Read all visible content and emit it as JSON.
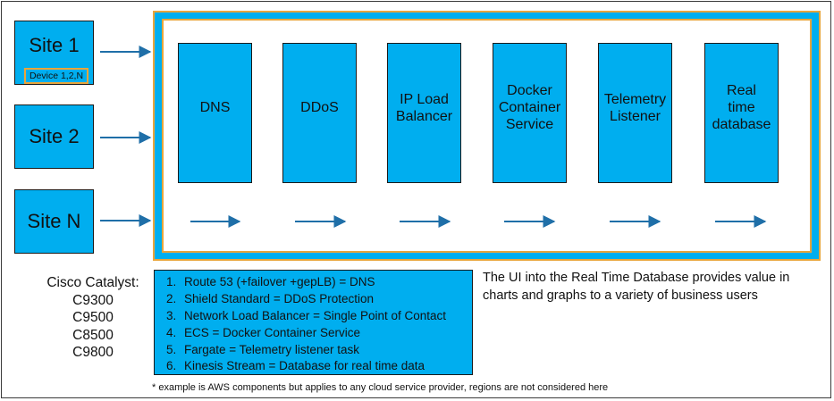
{
  "sites": [
    {
      "label": "Site 1",
      "device": "Device 1,2,N"
    },
    {
      "label": "Site 2"
    },
    {
      "label": "Site N"
    }
  ],
  "services": [
    {
      "lines": [
        "DNS"
      ]
    },
    {
      "lines": [
        "DDoS"
      ]
    },
    {
      "lines": [
        "IP Load",
        "Balancer"
      ]
    },
    {
      "lines": [
        "Docker",
        "Container",
        "Service"
      ]
    },
    {
      "lines": [
        "Telemetry",
        "Listener"
      ]
    },
    {
      "lines": [
        "Real time",
        "database"
      ]
    }
  ],
  "catalyst": {
    "title": "Cisco Catalyst:",
    "models": [
      "C9300",
      "C9500",
      "C8500",
      "C9800"
    ]
  },
  "legend": [
    {
      "num": "1.",
      "text": "Route 53 (+failover +gepLB) = DNS"
    },
    {
      "num": "2.",
      "text": "Shield Standard = DDoS Protection"
    },
    {
      "num": "3.",
      "text": "Network Load Balancer = Single Point of Contact"
    },
    {
      "num": "4.",
      "text": "ECS = Docker Container Service"
    },
    {
      "num": "5.",
      "text": "Fargate = Telemetry listener task"
    },
    {
      "num": "6.",
      "text": "Kinesis Stream = Database for real time data"
    }
  ],
  "info_text": "The UI into the Real Time Database provides value in charts and graphs to a variety of business users",
  "footnote": "* example is AWS components but applies to any cloud service provider, regions are not considered here",
  "colors": {
    "box_fill": "#00aeef",
    "accent_border": "#e9a53b",
    "arrow": "#1f6fa8"
  }
}
